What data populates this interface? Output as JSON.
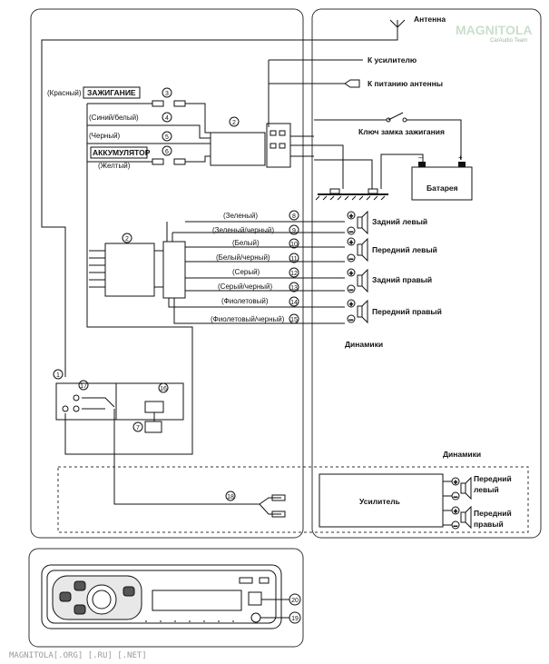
{
  "labels": {
    "antenna": "Антенна",
    "to_amp": "К усилителю",
    "to_antenna_power": "К питанию антенны",
    "ignition_key": "Ключ замка зажигания",
    "battery": "Батарея",
    "red": "(Красный)",
    "ignition": "ЗАЖИГАНИЕ",
    "blue_white": "(Синий/белый)",
    "black": "(Черный)",
    "accumulator": "АККУМУЛЯТОР",
    "yellow": "(Желтый)",
    "green": "(Зеленый)",
    "green_black": "(Зеленый/черный)",
    "white": "(Белый)",
    "white_black": "(Белый/черный)",
    "gray": "(Серый)",
    "gray_black": "(Серый/черный)",
    "violet": "(Фиолетовый)",
    "violet_black": "(Фиолетовый/черный)",
    "rear_left": "Задний левый",
    "front_left": "Передний левый",
    "rear_right": "Задний правый",
    "front_right": "Передний правый",
    "speakers1": "Динамики",
    "speakers2": "Динамики",
    "amplifier": "Усилитель",
    "amp_front": "Передний",
    "amp_left": "левый",
    "amp_front2": "Передний",
    "amp_right": "правый"
  },
  "numbers": {
    "n1": "1",
    "n2a": "2",
    "n2b": "2",
    "n3": "3",
    "n4": "4",
    "n5": "5",
    "n6": "6",
    "n7": "7",
    "n8": "8",
    "n9": "9",
    "n10": "10",
    "n11": "11",
    "n12": "12",
    "n13": "13",
    "n14": "14",
    "n15": "15",
    "n16": "16",
    "n17": "17",
    "n18": "18",
    "n19": "19",
    "n20": "20"
  },
  "logo": {
    "main": "MAGNITOLA",
    "sub": "CarAudio Team"
  },
  "watermark": "MAGNITOLA[.ORG] [.RU] [.NET]"
}
